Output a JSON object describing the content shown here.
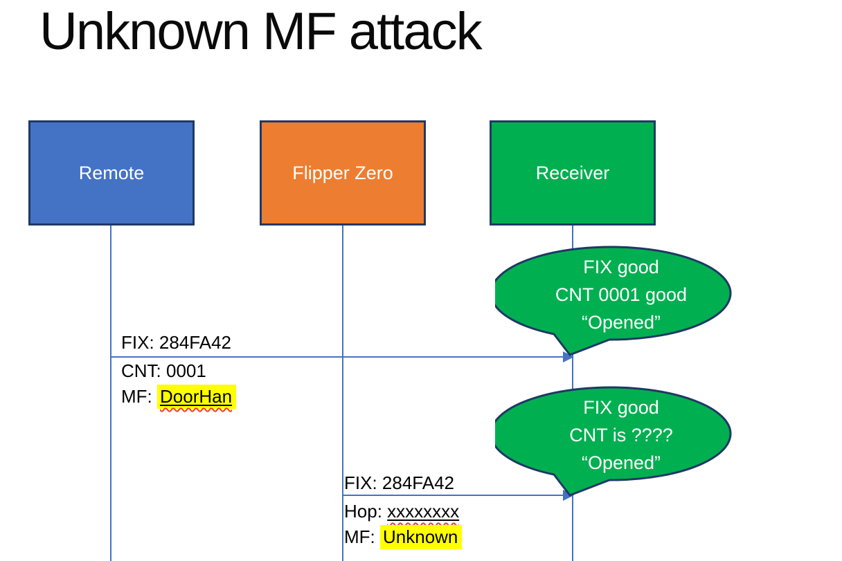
{
  "slide": {
    "title": "Unknown MF attack"
  },
  "actors": [
    {
      "label": "Remote",
      "fill": "#4472C4"
    },
    {
      "label": "Flipper Zero",
      "fill": "#ED7D31"
    },
    {
      "label": "Receiver",
      "fill": "#00B050"
    }
  ],
  "messages": [
    {
      "from": "Remote",
      "to": "Receiver",
      "fix": "FIX: 284FA42",
      "cnt": "CNT: 0001",
      "mf_prefix": "MF: ",
      "mf_value": "DoorHan"
    },
    {
      "from": "Flipper Zero",
      "to": "Receiver",
      "fix": "FIX: 284FA42",
      "hop_prefix": "Hop: ",
      "hop_value": "xxxxxxxx",
      "mf_prefix": "MF: ",
      "mf_value": "Unknown"
    }
  ],
  "callouts": [
    {
      "lines": [
        "FIX good",
        "CNT 0001 good",
        "“Opened”"
      ]
    },
    {
      "lines": [
        "FIX good",
        "CNT is ????",
        "“Opened”"
      ]
    }
  ],
  "colors": {
    "actor_border": "#203864",
    "lifeline": "#4472C4",
    "arrow": "#4472C4",
    "bubble_fill": "#00B050",
    "bubble_border": "#1F3864",
    "highlight": "#FFFF00",
    "spellcheck_squiggle": "#F03B2E",
    "text": "#000000",
    "bubble_text": "#FFFFFF"
  }
}
